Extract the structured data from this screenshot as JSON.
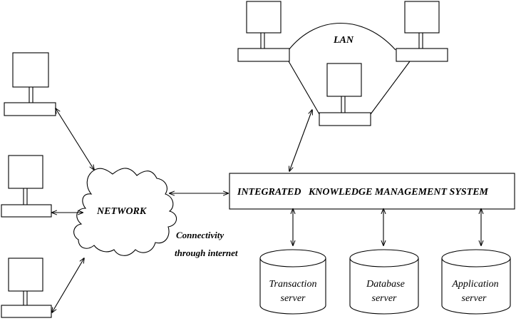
{
  "diagram": {
    "network_label": "NETWORK",
    "lan_label": "LAN",
    "connectivity_line1": "Connectivity",
    "connectivity_line2": "through internet",
    "ikms_label": "INTEGRATED   KNOWLEDGE MANAGEMENT SYSTEM",
    "servers": [
      {
        "line1": "Transaction",
        "line2": "server"
      },
      {
        "line1": "Database",
        "line2": "server"
      },
      {
        "line1": "Application",
        "line2": "server"
      }
    ]
  }
}
